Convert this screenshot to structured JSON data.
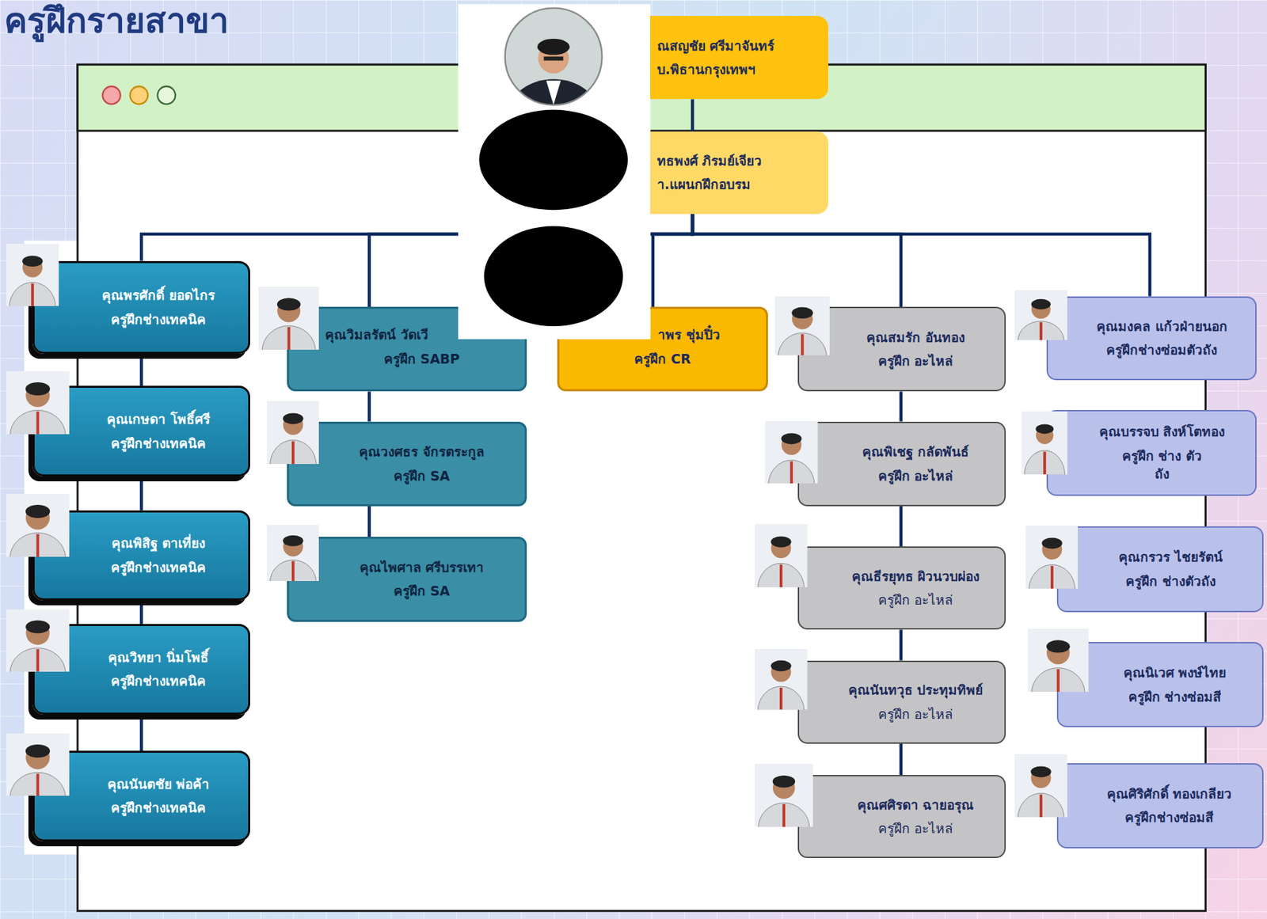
{
  "diagram": {
    "title": "ครูฝึกรายสาขา",
    "nodes": [
      {
        "text": [
          "ณสญชัย ศรีมาจันทร์",
          "บ.พิธานกรุงเทพฯ"
        ]
      },
      {
        "text": [
          "ทธพงศ์ ภิรมย์เจียว",
          "า.แผนกฝึกอบรม"
        ]
      },
      {
        "text": [
          "คุณพรศักดิ์ ยอดไกร",
          "ครูฝึกช่างเทคนิค"
        ]
      },
      {
        "text": [
          "คุณเกษดา โพธิ์ศรี",
          "ครูฝึกช่างเทคนิค"
        ]
      },
      {
        "text": [
          "คุณพิสิฐ ตาเที่ยง",
          "ครูฝึกช่างเทคนิค"
        ]
      },
      {
        "text": [
          "คุณวิทยา นิ่มโพธิ์",
          "ครูฝึกช่างเทคนิค"
        ]
      },
      {
        "text": [
          "คุณนันตชัย พ่อค้า",
          "ครูฝึกช่างเทคนิค"
        ]
      },
      {
        "text": [
          "คุณวิมลรัตน์ วัดเวี",
          "ครูฝึก SABP"
        ]
      },
      {
        "text": [
          "คุณวงศธร จักรตระกูล",
          "ครูฝึก SA"
        ]
      },
      {
        "text": [
          "คุณไพศาล ศรีบรรเทา",
          "ครูฝึก SA"
        ]
      },
      {
        "text": [
          "าพร ชุ่มปิ๋ว",
          "ครูฝึก CR"
        ]
      },
      {
        "text": [
          "คุณสมรัก อันทอง",
          "ครูฝึก อะไหล่"
        ]
      },
      {
        "text": [
          "คุณพิเชฐ กลัดพันธ์",
          "ครูฝึก อะไหล่"
        ]
      },
      {
        "text": [
          "คุณธีรยุทธ ผิวนวบผ่อง",
          "ครูฝึก อะไหล่"
        ]
      },
      {
        "text": [
          "คุณนันทวุธ ประทุมทิพย์",
          "ครูฝึก อะไหล่"
        ]
      },
      {
        "text": [
          "คุณศศิรดา ฉายอรุณ",
          "ครูฝึก อะไหล่"
        ]
      },
      {
        "text": [
          "คุณมงคล แก้วฝ่ายนอก",
          "ครูฝึกช่างซ่อมตัวถัง"
        ]
      },
      {
        "text": [
          "คุณบรรจบ สิงห์โตทอง",
          "ครูฝึก ช่าง ตัวถัง"
        ]
      },
      {
        "text": [
          "คุณกรวร ไชยรัตน์",
          "ครูฝึก ช่างตัวถัง"
        ]
      },
      {
        "text": [
          "คุณนิเวศ พงษ์ไทย",
          "ครูฝึก ช่างซ่อมสี"
        ]
      },
      {
        "text": [
          "คุณศิริศักดิ์ ทองเกลียว",
          "ครูฝึกช่างซ่อมสี"
        ]
      }
    ],
    "edges": [
      {
        "from": 0,
        "to": 1,
        "arrow": "none"
      },
      {
        "from": 1,
        "to": 2,
        "arrow": "none"
      },
      {
        "from": 1,
        "to": 7,
        "arrow": "none"
      },
      {
        "from": 1,
        "to": 10,
        "arrow": "none"
      },
      {
        "from": 1,
        "to": 11,
        "arrow": "none"
      },
      {
        "from": 1,
        "to": 16,
        "arrow": "none"
      },
      {
        "from": 2,
        "to": 3,
        "arrow": "none"
      },
      {
        "from": 3,
        "to": 4,
        "arrow": "none"
      },
      {
        "from": 4,
        "to": 5,
        "arrow": "none"
      },
      {
        "from": 5,
        "to": 6,
        "arrow": "none"
      },
      {
        "from": 7,
        "to": 8,
        "arrow": "none"
      },
      {
        "from": 8,
        "to": 9,
        "arrow": "none"
      },
      {
        "from": 11,
        "to": 12,
        "arrow": "none"
      },
      {
        "from": 12,
        "to": 13,
        "arrow": "none"
      },
      {
        "from": 13,
        "to": 14,
        "arrow": "none"
      },
      {
        "from": 14,
        "to": 15,
        "arrow": "none"
      }
    ]
  }
}
